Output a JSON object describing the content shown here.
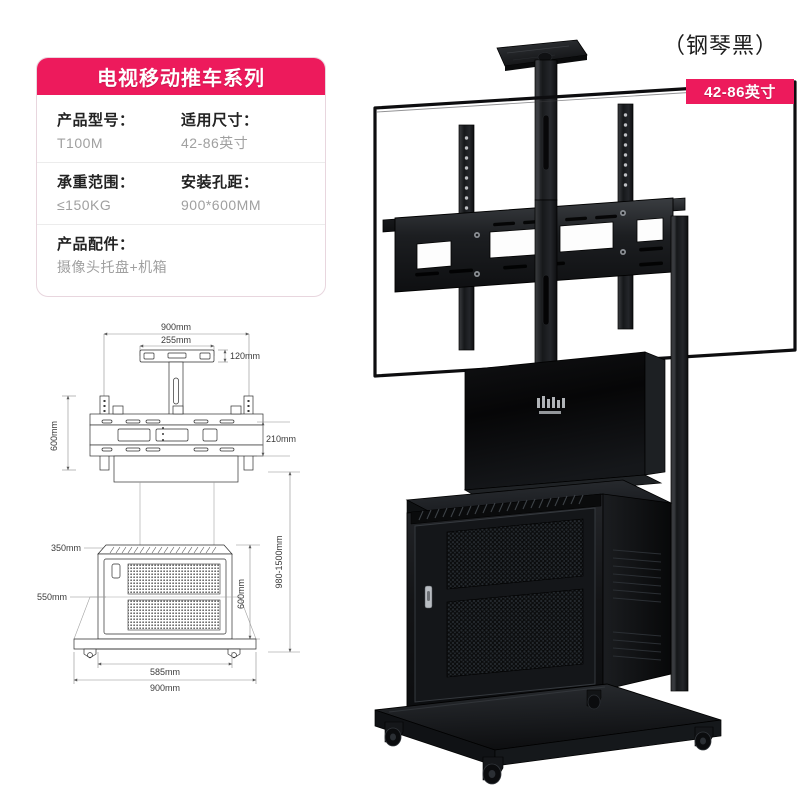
{
  "page": {
    "background": "#ffffff",
    "accent_pink": "#ed1a5c",
    "product_black": "#1a1a1a"
  },
  "color_caption": "（钢琴黑）",
  "size_badge": {
    "label": "42-86英寸",
    "color": "#ed1a5c"
  },
  "spec_card": {
    "title": "电视移动推车系列",
    "rows": [
      {
        "cells": [
          {
            "label": "产品型号：",
            "value": "T100M"
          },
          {
            "label": "适用尺寸：",
            "value": "42-86英寸"
          }
        ]
      },
      {
        "cells": [
          {
            "label": "承重范围：",
            "value": "≤150KG"
          },
          {
            "label": "安装孔距：",
            "value": "900*600MM"
          }
        ]
      },
      {
        "cells": [
          {
            "label": "产品配件：",
            "value": "摄像头托盘+机箱"
          }
        ]
      }
    ]
  },
  "drawing": {
    "dimensions": {
      "top_width": "900mm",
      "tray_width": "255mm",
      "tray_depth": "120mm",
      "bracket_height": "600mm",
      "bracket_offset": "210mm",
      "cabinet_depth": "350mm",
      "base_depth": "550mm",
      "cabinet_width": "585mm",
      "base_width": "900mm",
      "cabinet_height": "600mm",
      "height_range": "980-1500mm"
    }
  },
  "photo": {
    "parts": [
      "camera-tray",
      "vertical-post",
      "tv-screen-outline",
      "tv-mount-bracket",
      "brand-panel",
      "equipment-cabinet",
      "cabinet-mesh-door",
      "cabinet-vents",
      "base-plate",
      "locking-casters"
    ],
    "caster_count": 4
  }
}
